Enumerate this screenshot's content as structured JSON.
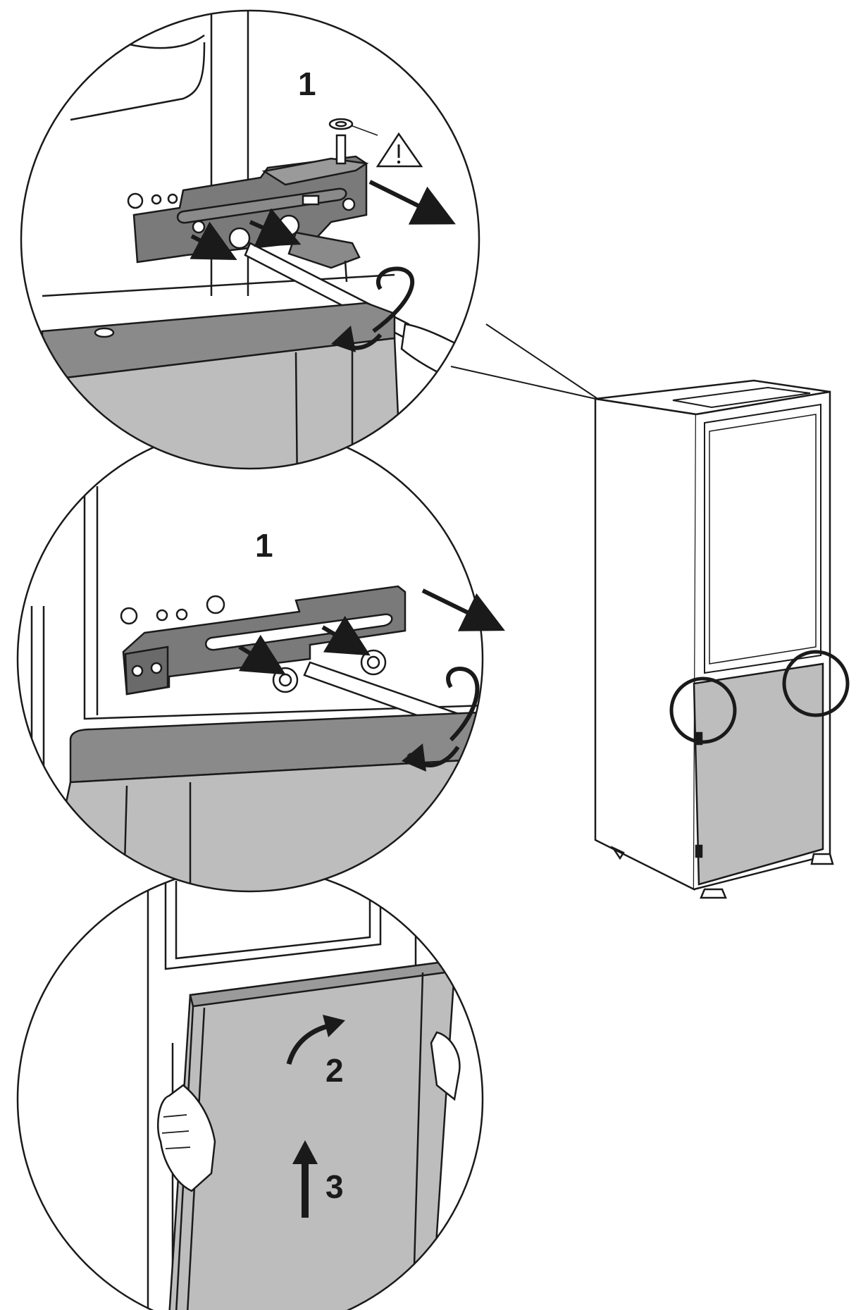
{
  "diagram": {
    "step_labels": {
      "top": "1",
      "middle": "1",
      "bottom_rotate": "2",
      "bottom_lift": "3"
    },
    "icons": {
      "warning": "warning-triangle-icon",
      "rotate": "rotate-arrow-icon",
      "direction": "direction-arrow-icon"
    },
    "colors": {
      "line": "#1a1a1a",
      "door_fill": "#bdbdbd",
      "bracket_fill": "#7a7a7a",
      "background": "#ffffff"
    }
  }
}
